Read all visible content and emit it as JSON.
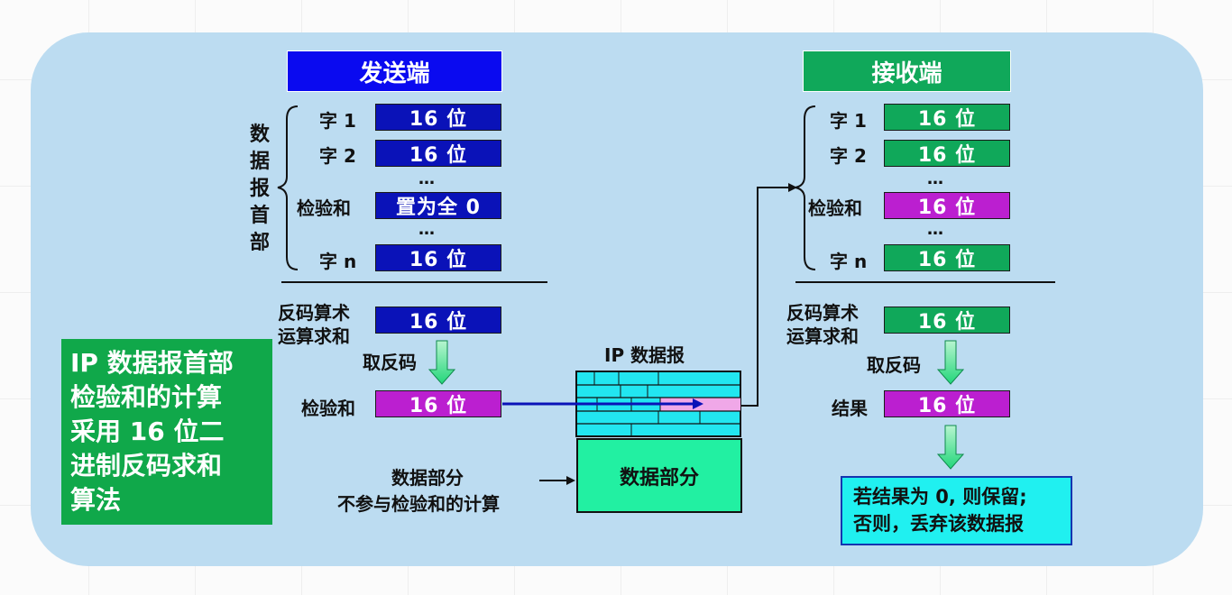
{
  "sender": {
    "title": "发送端",
    "header_brace": [
      "数",
      "据",
      "报",
      "首",
      "部"
    ],
    "rows": [
      {
        "label": "字 1",
        "value": "16 位"
      },
      {
        "label": "字 2",
        "value": "16 位"
      },
      {
        "label": "检验和",
        "value": "置为全 0"
      },
      {
        "label": "字 n",
        "value": "16 位"
      }
    ],
    "ellipsis": "…",
    "sum_label": [
      "反码算术",
      "运算求和"
    ],
    "sum_value": "16 位",
    "complement_label": "取反码",
    "checksum_label": "检验和",
    "checksum_value": "16 位"
  },
  "receiver": {
    "title": "接收端",
    "rows": [
      {
        "label": "字 1",
        "value": "16 位"
      },
      {
        "label": "字 2",
        "value": "16 位"
      },
      {
        "label": "检验和",
        "value": "16 位"
      },
      {
        "label": "字 n",
        "value": "16 位"
      }
    ],
    "ellipsis": "…",
    "sum_label": [
      "反码算术",
      "运算求和"
    ],
    "sum_value": "16 位",
    "complement_label": "取反码",
    "result_label": "结果",
    "result_value": "16 位",
    "decision": [
      "若结果为 0, 则保留;",
      "否则，丢弃该数据报"
    ]
  },
  "datagram": {
    "title": "IP 数据报",
    "data_part": "数据部分",
    "data_note": [
      "数据部分",
      "不参与检验和的计算"
    ]
  },
  "summary": [
    "IP 数据报首部",
    "检验和的计算",
    "采用 16 位二",
    "进制反码求和",
    "算法"
  ],
  "colors": {
    "panel": "#bcdcf1",
    "sender_blue": "#0a12b8",
    "sender_header": "#0a0af0",
    "receiver_green": "#10a85a",
    "checksum_magenta": "#bb1fd0",
    "summary_green": "#10a84a",
    "result_cyan": "#20f0f0",
    "data_part": "#22f0a2"
  }
}
